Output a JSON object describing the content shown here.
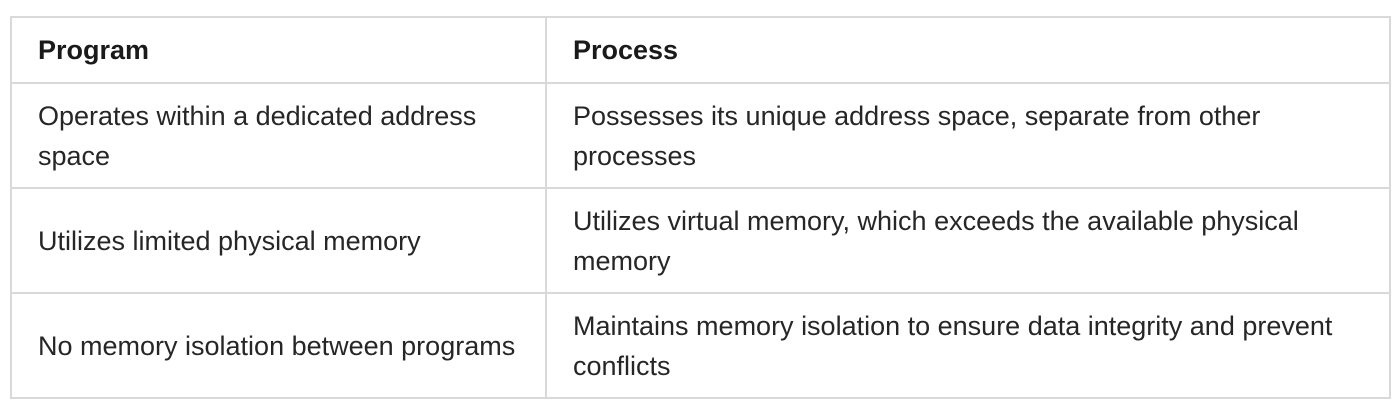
{
  "table": {
    "headers": [
      "Program",
      "Process"
    ],
    "rows": [
      [
        "Operates within a dedicated address space",
        "Possesses its unique address space, separate from other processes"
      ],
      [
        "Utilizes limited physical memory",
        "Utilizes virtual memory, which exceeds the available physical memory"
      ],
      [
        "No memory isolation between programs",
        "Maintains memory isolation to ensure data integrity and prevent conflicts"
      ]
    ]
  }
}
